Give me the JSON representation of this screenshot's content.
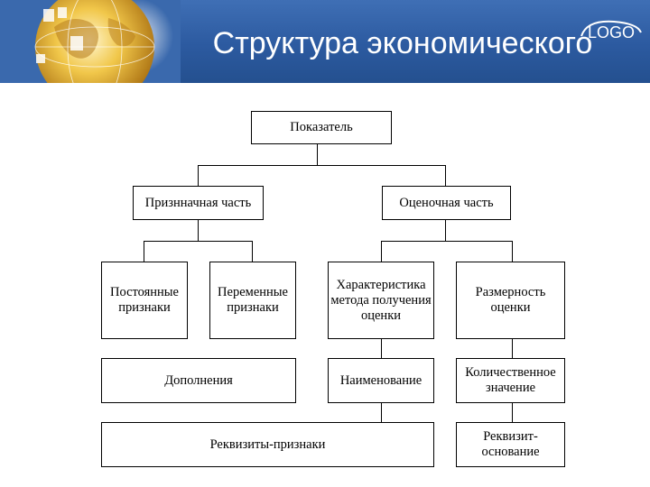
{
  "slide": {
    "title": "Структура экономического показателя",
    "logo": "LOGO",
    "icons": [
      "globe-icon",
      "logo-swoosh-icon"
    ]
  },
  "diagram": {
    "root": "Показатель",
    "level1": {
      "left": "Признначная часть",
      "right": "Оценочная часть"
    },
    "level2": {
      "permanent": "Постоянные признаки",
      "variable": "Переменные признаки",
      "method": "Характеристика метода получения оценки",
      "dimension": "Размерность оценки"
    },
    "level3": {
      "additions": "Дополнения",
      "name": "Наименование",
      "quantitative": "Количественное значение"
    },
    "level4": {
      "attributes": "Реквизиты-признаки",
      "basis": "Реквизит-основание"
    }
  }
}
